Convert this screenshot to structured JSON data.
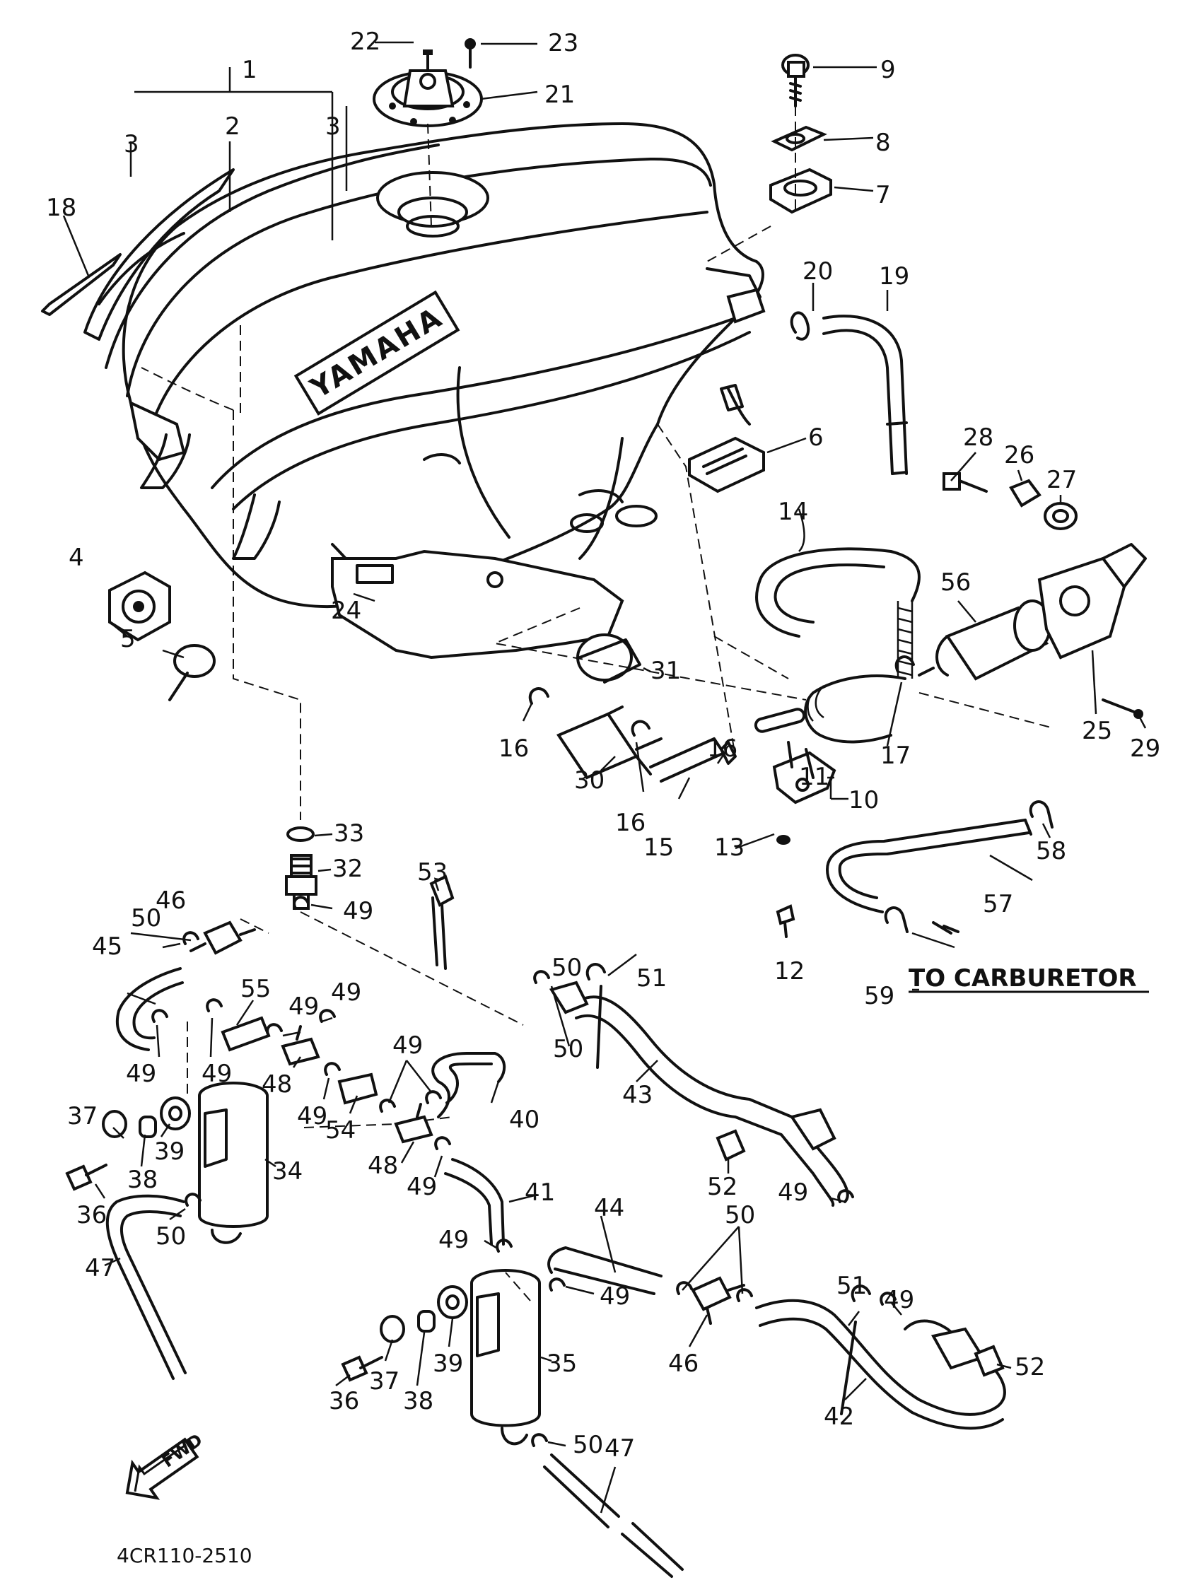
{
  "diagram": {
    "part_numbers": [
      "1",
      "2",
      "3",
      "3",
      "4",
      "5",
      "6",
      "7",
      "8",
      "9",
      "10",
      "11",
      "12",
      "13",
      "14",
      "15",
      "16",
      "16",
      "16",
      "17",
      "18",
      "19",
      "20",
      "21",
      "22",
      "23",
      "24",
      "25",
      "26",
      "27",
      "28",
      "29",
      "30",
      "31",
      "32",
      "33",
      "34",
      "35",
      "36",
      "36",
      "37",
      "37",
      "38",
      "38",
      "39",
      "39",
      "40",
      "41",
      "42",
      "43",
      "44",
      "45",
      "46",
      "46",
      "47",
      "47",
      "48",
      "48",
      "49",
      "49",
      "49",
      "49",
      "49",
      "49",
      "49",
      "49",
      "49",
      "49",
      "49",
      "49",
      "50",
      "50",
      "50",
      "50",
      "50",
      "50",
      "51",
      "51",
      "52",
      "52",
      "53",
      "54",
      "55",
      "56",
      "57",
      "58",
      "59"
    ],
    "tank_emblem": "YAMAHA",
    "destination_note": "TO CARBURETOR",
    "fwd_marker": "FWD",
    "drawing_code": "4CR110-2510"
  }
}
